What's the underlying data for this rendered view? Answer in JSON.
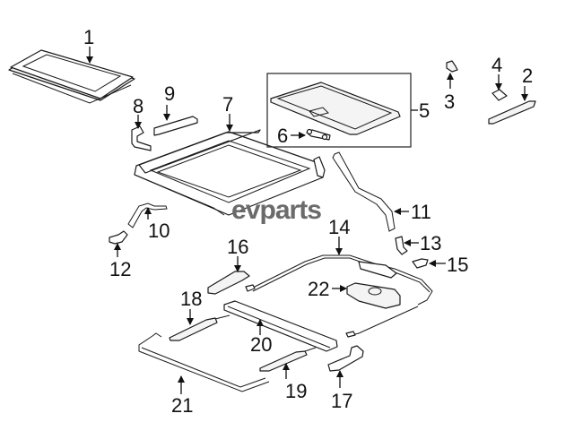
{
  "watermark": "evparts",
  "callouts": [
    {
      "id": "1",
      "label": "1",
      "part": "sunroof-glass"
    },
    {
      "id": "2",
      "label": "2",
      "part": "deflector"
    },
    {
      "id": "3",
      "label": "3",
      "part": "clip"
    },
    {
      "id": "4",
      "label": "4",
      "part": "pad"
    },
    {
      "id": "5",
      "label": "5",
      "part": "sunshade-assembly"
    },
    {
      "id": "6",
      "label": "6",
      "part": "sunshade-handle"
    },
    {
      "id": "7",
      "label": "7",
      "part": "housing-frame"
    },
    {
      "id": "8",
      "label": "8",
      "part": "bracket"
    },
    {
      "id": "9",
      "label": "9",
      "part": "seal-strip"
    },
    {
      "id": "10",
      "label": "10",
      "part": "drain-hose-front"
    },
    {
      "id": "11",
      "label": "11",
      "part": "drain-hose-rear"
    },
    {
      "id": "12",
      "label": "12",
      "part": "hose-joint"
    },
    {
      "id": "13",
      "label": "13",
      "part": "hose-connector"
    },
    {
      "id": "14",
      "label": "14",
      "part": "cable-assembly"
    },
    {
      "id": "15",
      "label": "15",
      "part": "cover"
    },
    {
      "id": "16",
      "label": "16",
      "part": "guide-left"
    },
    {
      "id": "17",
      "label": "17",
      "part": "guide-right"
    },
    {
      "id": "18",
      "label": "18",
      "part": "slider-left"
    },
    {
      "id": "19",
      "label": "19",
      "part": "slider-right"
    },
    {
      "id": "20",
      "label": "20",
      "part": "cross-rail"
    },
    {
      "id": "21",
      "label": "21",
      "part": "drain-channel"
    },
    {
      "id": "22",
      "label": "22",
      "part": "motor"
    }
  ]
}
